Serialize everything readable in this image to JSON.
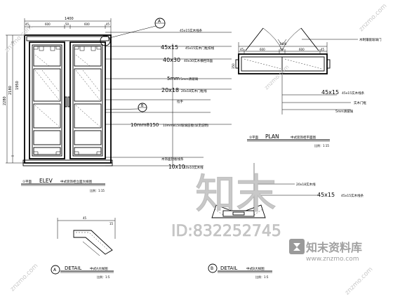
{
  "drawing": {
    "elevation": {
      "title_code": "①平面",
      "title_en": "ELEV",
      "title_cn": "中式装饰柜立面大样图",
      "scale": "比例：1:15",
      "dim_overall_width": "1400",
      "dim_top_segments": [
        "45",
        "600",
        "50",
        "600",
        "45"
      ],
      "dim_height_labels": [
        "2280",
        "2180",
        "1950"
      ],
      "callouts": [
        "45x15实木线条",
        "45x15实木门框扣线",
        "40x30实木横档饰面",
        "5mm清玻璃",
        "20x18实木门框线",
        "拉手",
        "10mm8150玻璃层板(详见说明)",
        "木饰面封板线条",
        "10x10实木线"
      ],
      "callout_codes": [
        "45x15",
        "40x30",
        "5mm",
        "20x18",
        "10mm8150",
        "10x10"
      ],
      "bubble_a": "A",
      "bubble_b": "B"
    },
    "plan": {
      "title_code": "②平面",
      "title_en": "PLAN",
      "title_cn": "中式装饰柜平面图",
      "scale": "比例：1:15",
      "dim_overall_width": "1400",
      "dim_segments": [
        "45",
        "600",
        "50",
        "600",
        "45"
      ],
      "dim_depth": "350",
      "callouts": [
        "木制镶嵌玻璃门",
        "45x15实木线条",
        "实木门框",
        "5mm清玻璃"
      ],
      "callout_codes": [
        "45x15",
        "5mm"
      ]
    },
    "detail_a": {
      "bubble": "A",
      "title_en": "DETAIL",
      "title_cn": "中式A大样图",
      "scale": "比例：1:5",
      "dims": [
        "45",
        "15"
      ]
    },
    "detail_b": {
      "bubble": "B",
      "title_en": "DETAIL",
      "title_cn": "中式B大样图",
      "scale": "比例：1:5",
      "callouts": [
        "20x18实木线",
        "45x15实木线条"
      ],
      "callout_codes": [
        "20x18",
        "45x15"
      ]
    },
    "watermark": {
      "big_text": "知末",
      "id_text": "ID:832252745",
      "brand_cn": "知末资料库",
      "brand_url": "www.znzmo.com",
      "diagonal_text": "znzmo.com"
    }
  }
}
